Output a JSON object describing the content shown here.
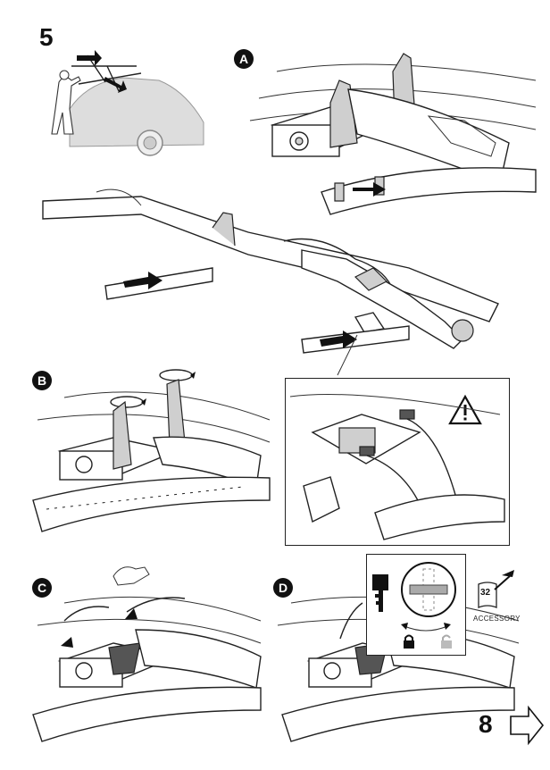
{
  "page": {
    "step_number": "5",
    "page_number": "8"
  },
  "panels": {
    "a": {
      "label": "A"
    },
    "b": {
      "label": "B"
    },
    "c": {
      "label": "C"
    },
    "d": {
      "label": "D"
    }
  },
  "accessory": {
    "number": "32",
    "label": "ACCESSORY"
  },
  "icons": {
    "warning": "warning-triangle-icon",
    "lock": "lock-closed-icon",
    "unlock": "lock-open-icon",
    "key": "key-icon",
    "next": "arrow-right-icon"
  }
}
